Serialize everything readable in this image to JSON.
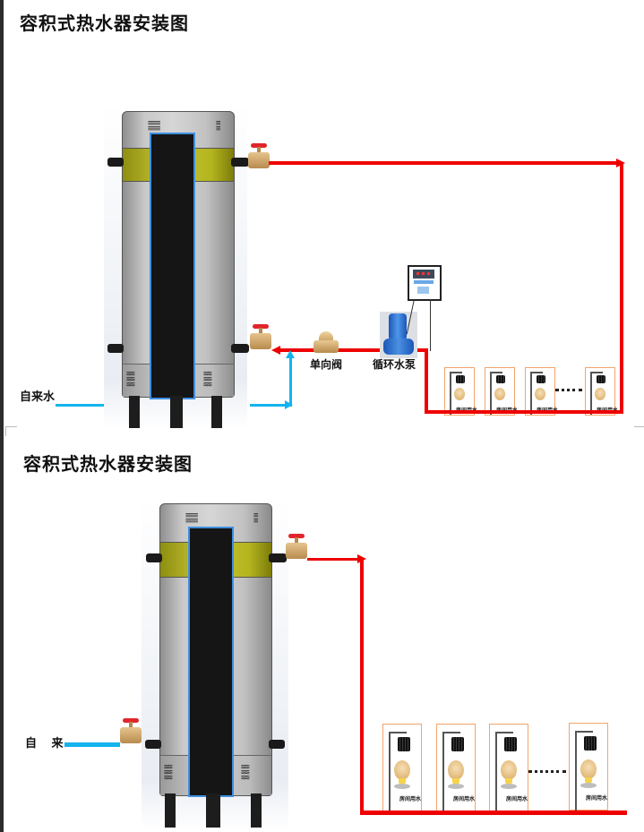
{
  "diagrams": [
    {
      "title": "容积式热水器安装图",
      "water_inlet_label": "自来水",
      "check_valve_label": "单向阀",
      "circulation_pump_label": "循环水泵",
      "rooms": [
        {
          "label": "房间用水"
        },
        {
          "label": "房间用水"
        },
        {
          "label": "房间用水"
        },
        {
          "label": "房间用水"
        }
      ]
    },
    {
      "title": "容积式热水器安装图",
      "water_inlet_label": "自 来",
      "rooms": [
        {
          "label": "房间用水"
        },
        {
          "label": "房间用水"
        },
        {
          "label": "房间用水"
        },
        {
          "label": "房间用水"
        }
      ]
    }
  ],
  "colors": {
    "hot_pipe": "#ee0000",
    "cold_pipe": "#14b4ee",
    "tank_band": "#c8c839",
    "panel_border": "#3f8fe0",
    "room_border": "#f3a46a"
  }
}
